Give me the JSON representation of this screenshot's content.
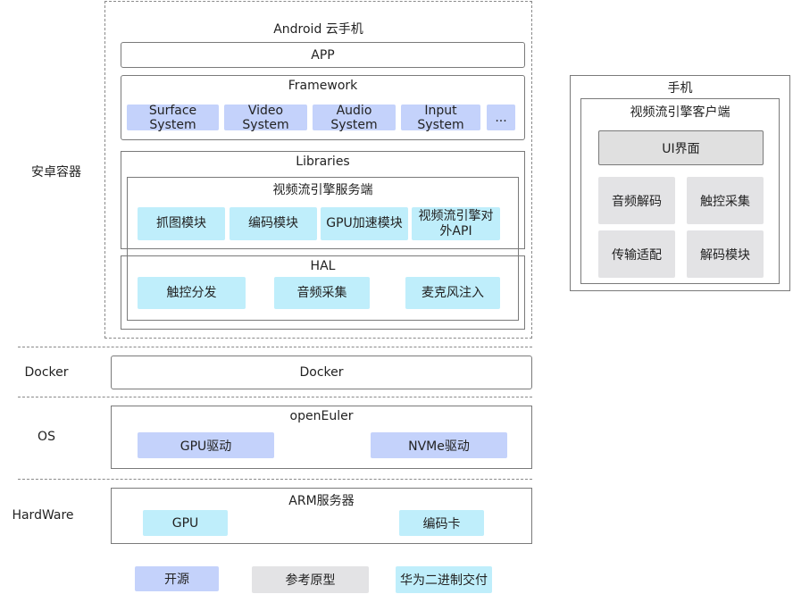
{
  "layers": {
    "android_container": "安卓容器",
    "docker": "Docker",
    "os": "OS",
    "hardware": "HardWare"
  },
  "android": {
    "title": "Android 云手机",
    "app": "APP",
    "framework": {
      "title": "Framework",
      "items": [
        "Surface System",
        "Video System",
        "Audio System",
        "Input System",
        "..."
      ]
    },
    "libraries": {
      "title": "Libraries",
      "server": {
        "title": "视频流引擎服务端",
        "items": [
          "抓图模块",
          "编码模块",
          "GPU加速模块",
          "视频流引擎对外API"
        ]
      }
    },
    "hal": {
      "title": "HAL",
      "items": [
        "触控分发",
        "音频采集",
        "麦克风注入"
      ]
    }
  },
  "docker": {
    "label": "Docker"
  },
  "os": {
    "title": "openEuler",
    "items": [
      "GPU驱动",
      "NVMe驱动"
    ]
  },
  "hardware": {
    "title": "ARM服务器",
    "items": [
      "GPU",
      "编码卡"
    ]
  },
  "phone": {
    "title": "手机",
    "client": {
      "title": "视频流引擎客户端",
      "ui": "UI界面",
      "items": [
        "音频解码",
        "触控采集",
        "传输适配",
        "解码模块"
      ]
    }
  },
  "legend": [
    "开源",
    "参考原型",
    "华为二进制交付"
  ],
  "colors": {
    "open_source": "#c4d2fb",
    "reference_prototype": "#e3e3e5",
    "huawei_binary": "#bfeefb"
  }
}
